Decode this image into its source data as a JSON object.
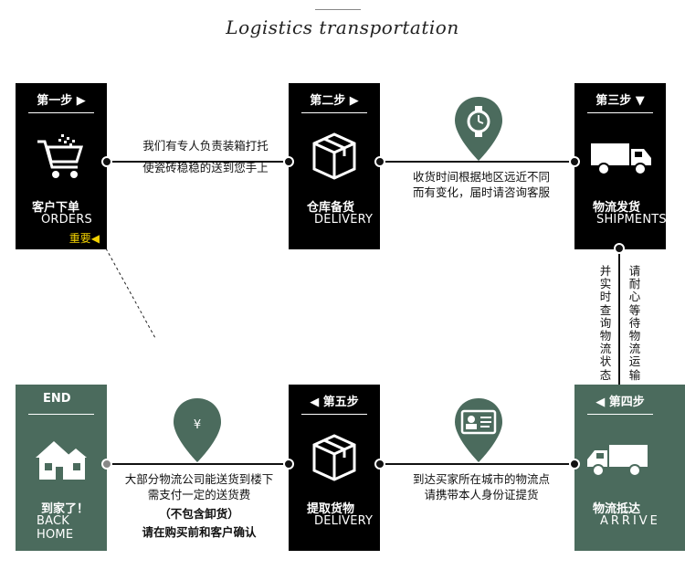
{
  "header": {
    "title": "Logistics transportation"
  },
  "colors": {
    "black_box": "#000000",
    "green_box": "#4b6b5d",
    "important": "#f2d100"
  },
  "steps": [
    {
      "step_label": "第一步 ▶",
      "cn": "客户下单",
      "en": "ORDERS",
      "important": "重要◀",
      "icon": "shopping-cart-icon"
    },
    {
      "step_label": "第二步 ▶",
      "cn": "仓库备货",
      "en": "DELIVERY",
      "icon": "package-box-icon"
    },
    {
      "step_label": "第三步 ▼",
      "cn": "物流发货",
      "en": "SHIPMENTS",
      "icon": "truck-icon"
    },
    {
      "step_label": "◀ 第四步",
      "cn": "物流抵达",
      "en": "ARRIVE",
      "icon": "truck-icon"
    },
    {
      "step_label": "◀ 第五步",
      "cn": "提取货物",
      "en": "DELIVERY",
      "icon": "package-box-icon"
    },
    {
      "step_label": "END",
      "cn": "到家了！",
      "en": "BACK HOME",
      "icon": "house-icon"
    }
  ],
  "notes": {
    "n1_line1": "我们有专人负责装箱打托",
    "n1_line2": "使瓷砖稳稳的送到您手上",
    "n2_line1": "收货时间根据地区远近不同",
    "n2_line2": "而有变化，届时请咨询客服",
    "v_left": "并实时查询物流状态",
    "v_right": "请耐心等待物流运输",
    "n4_line1": "到达买家所在城市的物流点",
    "n4_line2": "请携带本人身份证提货",
    "n5_line1": "大部分物流公司能送货到楼下",
    "n5_line2": "需支付一定的送货费",
    "n5_line3": "（不包含卸货）",
    "n5_line4": "请在购买前和客户确认"
  },
  "pins": {
    "clock": "clock-pin-icon",
    "id": "id-card-pin-icon",
    "yen": "¥"
  }
}
